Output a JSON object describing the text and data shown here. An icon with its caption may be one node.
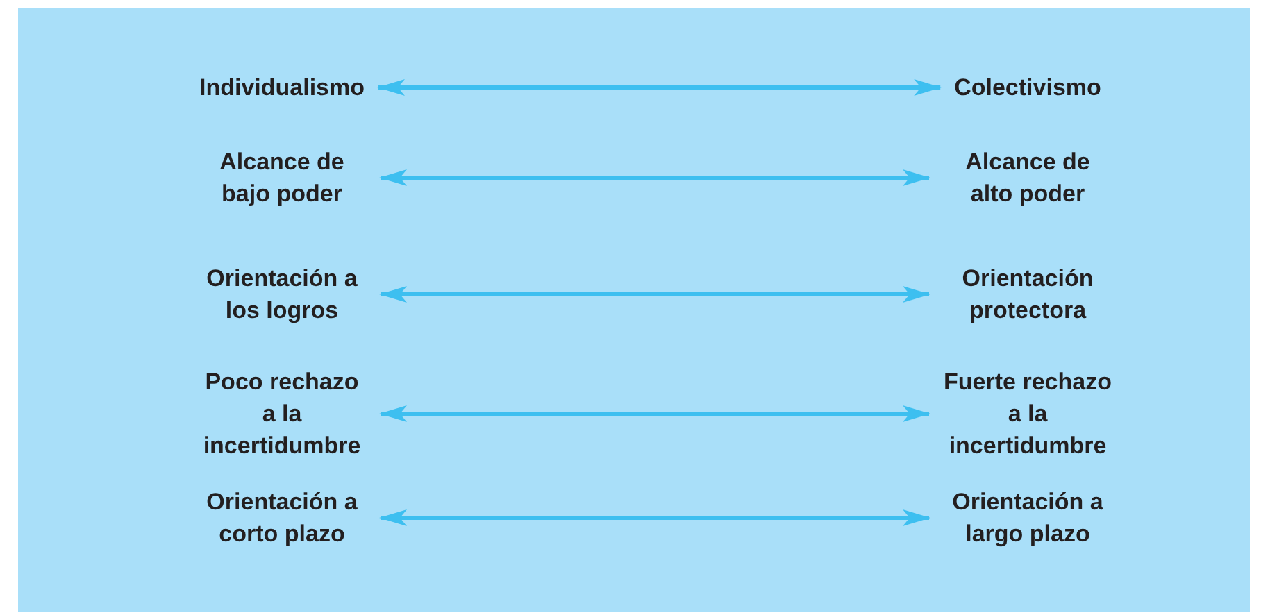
{
  "diagram": {
    "nodes": [
      {
        "text": [
          "Individualismo"
        ]
      },
      {
        "text": [
          "Colectivismo"
        ]
      },
      {
        "text": [
          "Alcance de bajo poder"
        ]
      },
      {
        "text": [
          "Alcance de alto poder"
        ]
      },
      {
        "text": [
          "Orientación a los logros"
        ]
      },
      {
        "text": [
          "Orientación protectora"
        ]
      },
      {
        "text": [
          "Poco rechazo a la incertidumbre"
        ]
      },
      {
        "text": [
          "Fuerte rechazo a la incertidumbre"
        ]
      },
      {
        "text": [
          "Orientación a corto plazo"
        ]
      },
      {
        "text": [
          "Orientación a largo plazo"
        ]
      }
    ],
    "edges": [
      {
        "from": 0,
        "to": 1,
        "arrow": "both"
      },
      {
        "from": 2,
        "to": 3,
        "arrow": "both"
      },
      {
        "from": 4,
        "to": 5,
        "arrow": "both"
      },
      {
        "from": 6,
        "to": 7,
        "arrow": "both"
      },
      {
        "from": 8,
        "to": 9,
        "arrow": "both"
      }
    ]
  }
}
